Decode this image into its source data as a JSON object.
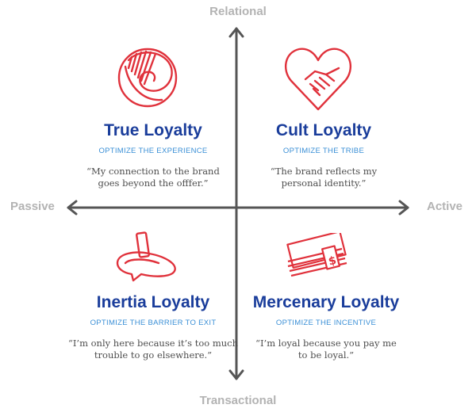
{
  "axes": {
    "top": "Relational",
    "bottom": "Transactional",
    "left": "Passive",
    "right": "Active"
  },
  "quadrants": [
    {
      "title": "True Loyalty",
      "subtitle": "OPTIMIZE THE EXPERIENCE",
      "quote": [
        "“My connection to the brand",
        "goes beyond the offfer.”"
      ],
      "icon": "swirl-icon"
    },
    {
      "title": "Cult Loyalty",
      "subtitle": "OPTIMIZE THE TRIBE",
      "quote": [
        "“The brand reflects my",
        "personal identity.”"
      ],
      "icon": "heart-handshake-icon"
    },
    {
      "title": "Inertia Loyalty",
      "subtitle": "OPTIMIZE THE BARRIER TO EXIT",
      "quote": [
        "“I’m only here because it’s too much",
        "trouble to go elsewhere.”"
      ],
      "icon": "spinning-top-icon"
    },
    {
      "title": "Mercenary Loyalty",
      "subtitle": "OPTIMIZE THE INCENTIVE",
      "quote": [
        "“I’m loyal because you pay me",
        "to be loyal.”"
      ],
      "icon": "money-stack-icon"
    }
  ],
  "colors": {
    "title": "#1a3d9b",
    "subtitle": "#3a8fd6",
    "icon": "#e0313b",
    "axis": "#555555",
    "axis_label": "#b3b3b3"
  }
}
